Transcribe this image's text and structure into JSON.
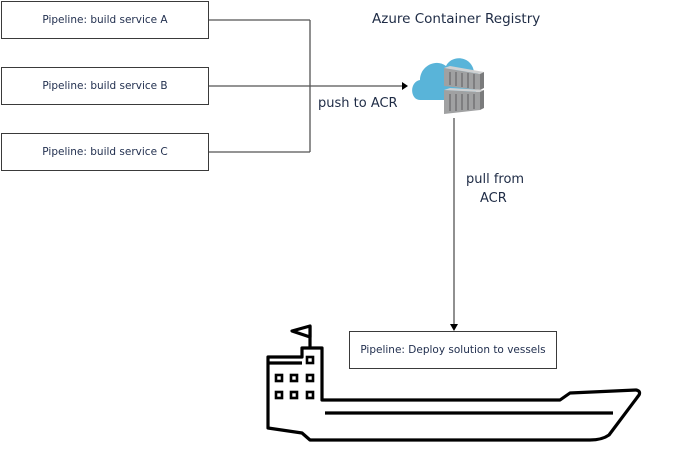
{
  "diagram": {
    "build_pipelines": [
      {
        "label": "Pipeline: build service A"
      },
      {
        "label": "Pipeline: build service B"
      },
      {
        "label": "Pipeline: build service C"
      }
    ],
    "registry": {
      "title": "Azure Container Registry",
      "icon": "azure-container-registry-icon",
      "cloud_color": "#59b4d9",
      "container_color": "#a0a1a2"
    },
    "edges": {
      "push_label": "push to ACR",
      "pull_label_line1": "pull from",
      "pull_label_line2": "ACR"
    },
    "deploy_pipeline": {
      "label": "Pipeline: Deploy solution to vessels"
    },
    "vessel": {
      "icon": "cargo-ship-icon"
    }
  }
}
